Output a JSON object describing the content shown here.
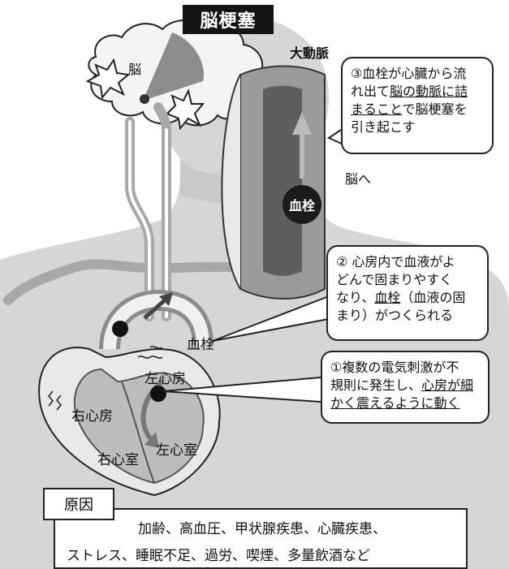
{
  "title": "脳梗塞",
  "labels": {
    "brain": "脳",
    "aorta": "大動脈",
    "to_brain": "脳へ",
    "thrombus_in_artery": "血栓",
    "thrombus_heart": "血栓",
    "left_atrium": "左心房",
    "right_atrium": "右心房",
    "right_ventricle": "右心室",
    "left_ventricle": "左心室"
  },
  "callout3": {
    "num": "③",
    "text_a": "血栓が心臓から流",
    "text_b": "れ出て",
    "text_b_u": "脳の動脈に詰",
    "text_c_u": "まること",
    "text_c": "で脳梗塞を",
    "text_d": "引き起こす"
  },
  "callout2": {
    "num": "②",
    "text_a": " 心房内で血液がよ",
    "text_b": "どんで固まりやすく",
    "text_c": "なり、",
    "text_c_u": "血栓",
    "text_c2": "（血液の固",
    "text_d": "まり）がつくられる"
  },
  "callout1": {
    "num": "①",
    "text_a": "複数の電気刺激が不",
    "text_b": "規則に発生し、",
    "text_b_u": "心房が細",
    "text_c_u": "かく震えるように動く"
  },
  "cause": {
    "tag": "原因",
    "line1": "加齢、高血圧、甲状腺疾患、心臓疾患、",
    "line2": "ストレス、睡眠不足、過労、喫煙、多量飲酒など"
  },
  "colors": {
    "background": "#ffffff",
    "body_fill": "#d6d6d6",
    "vessel_fill": "#bdbdbd",
    "vessel_dark": "#555555",
    "ink": "#141414"
  }
}
